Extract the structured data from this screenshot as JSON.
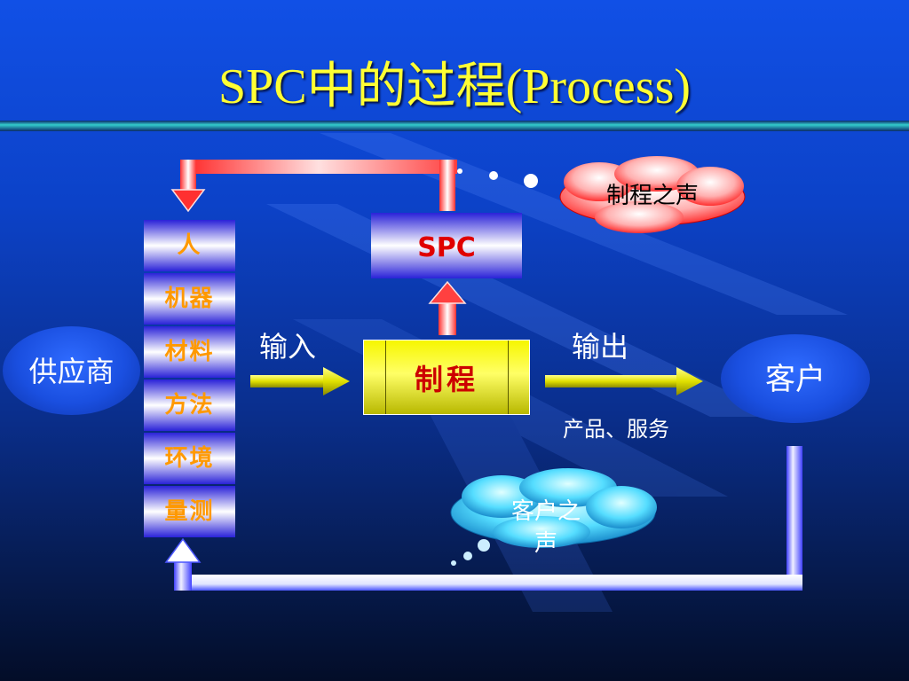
{
  "slide": {
    "title": "SPC中的过程(Process)"
  },
  "nodes": {
    "supplier": "供应商",
    "customer": "客户",
    "spc": "SPC",
    "process": "制程"
  },
  "factors": [
    "人",
    "机器",
    "材料",
    "方法",
    "环境",
    "量测"
  ],
  "flow_labels": {
    "input": "输入",
    "output": "输出",
    "products": "产品、服务"
  },
  "clouds": {
    "voice_of_process": "制程之声",
    "voice_of_customer_line1": "客户之",
    "voice_of_customer_line2": "声"
  },
  "colors": {
    "title": "#ffff33",
    "factor_text": "#ff9900",
    "spc_text": "#e00000",
    "process_fill": "#f6f600",
    "red_cloud": "#ff8080",
    "cyan_cloud": "#33ccff"
  }
}
